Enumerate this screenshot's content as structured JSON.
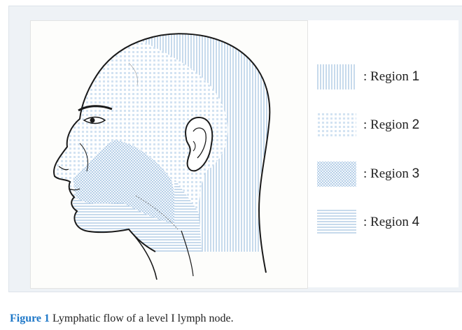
{
  "figure": {
    "legend": [
      {
        "prefix": ": Region ",
        "number": "1",
        "pattern": "vertical-lines"
      },
      {
        "prefix": ": Region ",
        "number": "2",
        "pattern": "light-grid"
      },
      {
        "prefix": ": Region ",
        "number": "3",
        "pattern": "crosshatch"
      },
      {
        "prefix": ": Region ",
        "number": "4",
        "pattern": "horizontal-lines"
      }
    ],
    "pattern_color": "#8fb4d8",
    "caption": {
      "label": "Figure 1",
      "text": " Lymphatic flow of a level I lymph node.",
      "label_color": "#1f78c8"
    }
  }
}
